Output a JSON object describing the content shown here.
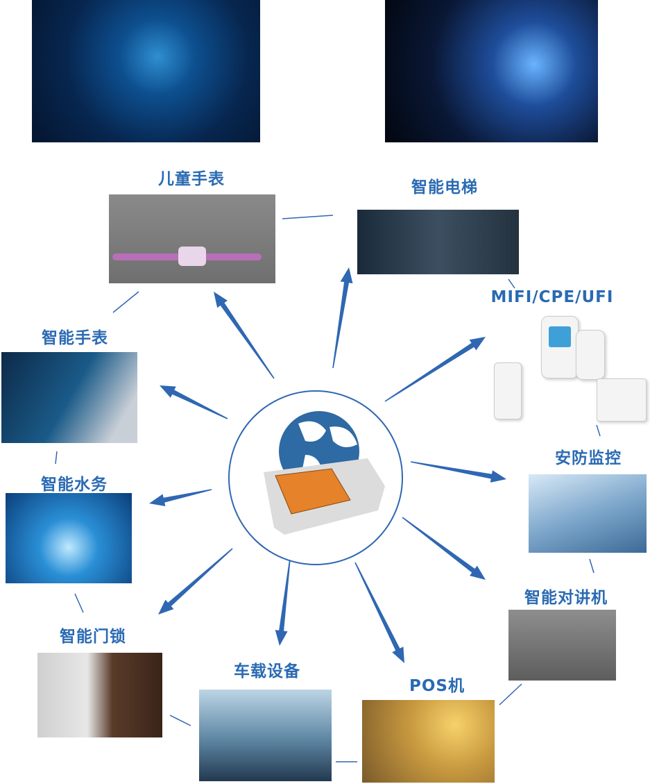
{
  "center": {
    "title": "SIM card with globe"
  },
  "colors": {
    "accent": "#2a6ab3",
    "arrow": "#2f67b2",
    "chip": "#e5822a"
  },
  "nodes": [
    {
      "id": "kids-watch",
      "label": "儿童手表"
    },
    {
      "id": "smart-elevator",
      "label": "智能电梯"
    },
    {
      "id": "mifi",
      "label": "MIFI/CPE/UFI"
    },
    {
      "id": "security",
      "label": "安防监控"
    },
    {
      "id": "intercom",
      "label": "智能对讲机"
    },
    {
      "id": "pos",
      "label": "POS机"
    },
    {
      "id": "vehicle",
      "label": "车载设备"
    },
    {
      "id": "door-lock",
      "label": "智能门锁"
    },
    {
      "id": "water",
      "label": "智能水务"
    },
    {
      "id": "smart-watch",
      "label": "智能手表"
    }
  ]
}
